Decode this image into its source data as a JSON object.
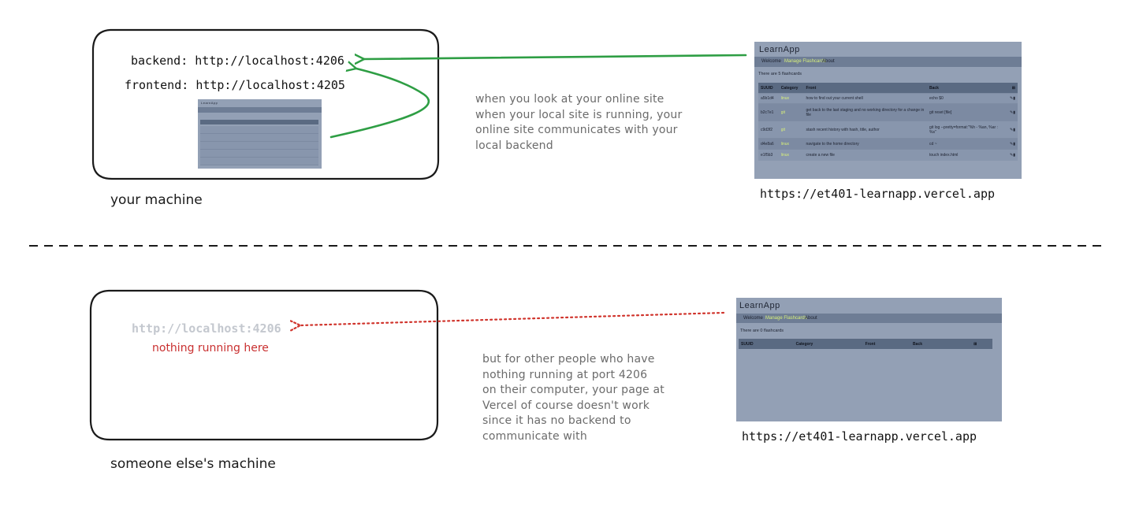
{
  "top": {
    "machine_caption": "your machine",
    "backend_label": "backend:",
    "backend_url": "http://localhost:4206",
    "frontend_label": "frontend:",
    "frontend_url": "http://localhost:4205",
    "note": "when you look at your online site\nwhen your local site is running, your\nonline site communicates with your\nlocal backend",
    "vercel_url": "https://et401-learnapp.vercel.app",
    "app": {
      "title": "LearnApp",
      "nav": [
        "Welcome",
        "Manage Flashcards",
        "About"
      ],
      "count_text": "There are 5 flashcards",
      "columns": [
        "SUUID",
        "Category",
        "Front",
        "Back"
      ],
      "rows": [
        {
          "suuid": "a5b1d4",
          "category": "linux",
          "front": "how to find out your current shell",
          "back": "echo $0"
        },
        {
          "suuid": "b2c7e1",
          "category": "git",
          "front": "get back to the last staging and no working directory for a change in file",
          "back": "git reset [file]"
        },
        {
          "suuid": "c9d3f2",
          "category": "git",
          "front": "stash recent history with hash, title, author",
          "back": "git log --pretty=format:\"%h - %an, %ar : %s\""
        },
        {
          "suuid": "d4e8a6",
          "category": "linux",
          "front": "navigate to the home directory",
          "back": "cd ~"
        },
        {
          "suuid": "e1f5b3",
          "category": "linux",
          "front": "create a new file",
          "back": "touch index.html"
        }
      ]
    }
  },
  "bottom": {
    "machine_caption": "someone else's machine",
    "backend_url": "http://localhost:4206",
    "nothing_note": "nothing running here",
    "note": "but for other people who have\nnothing running at port 4206\non their computer, your page at\nVercel of course doesn't work\nsince it has no backend to\ncommunicate with",
    "vercel_url": "https://et401-learnapp.vercel.app",
    "app": {
      "title": "LearnApp",
      "nav": [
        "Welcome",
        "Manage Flashcards",
        "About"
      ],
      "count_text": "There are 0 flashcards",
      "columns": [
        "SUUID",
        "Category",
        "Front",
        "Back"
      ]
    }
  },
  "colors": {
    "arrow_green": "#2e9e44",
    "dotted_red": "#d0342c",
    "note_red": "#c93030",
    "app_bg": "#93a0b5",
    "accent_yellow": "#d8f07a"
  },
  "icons": [
    "edit-icon",
    "delete-icon",
    "add-card-icon"
  ]
}
